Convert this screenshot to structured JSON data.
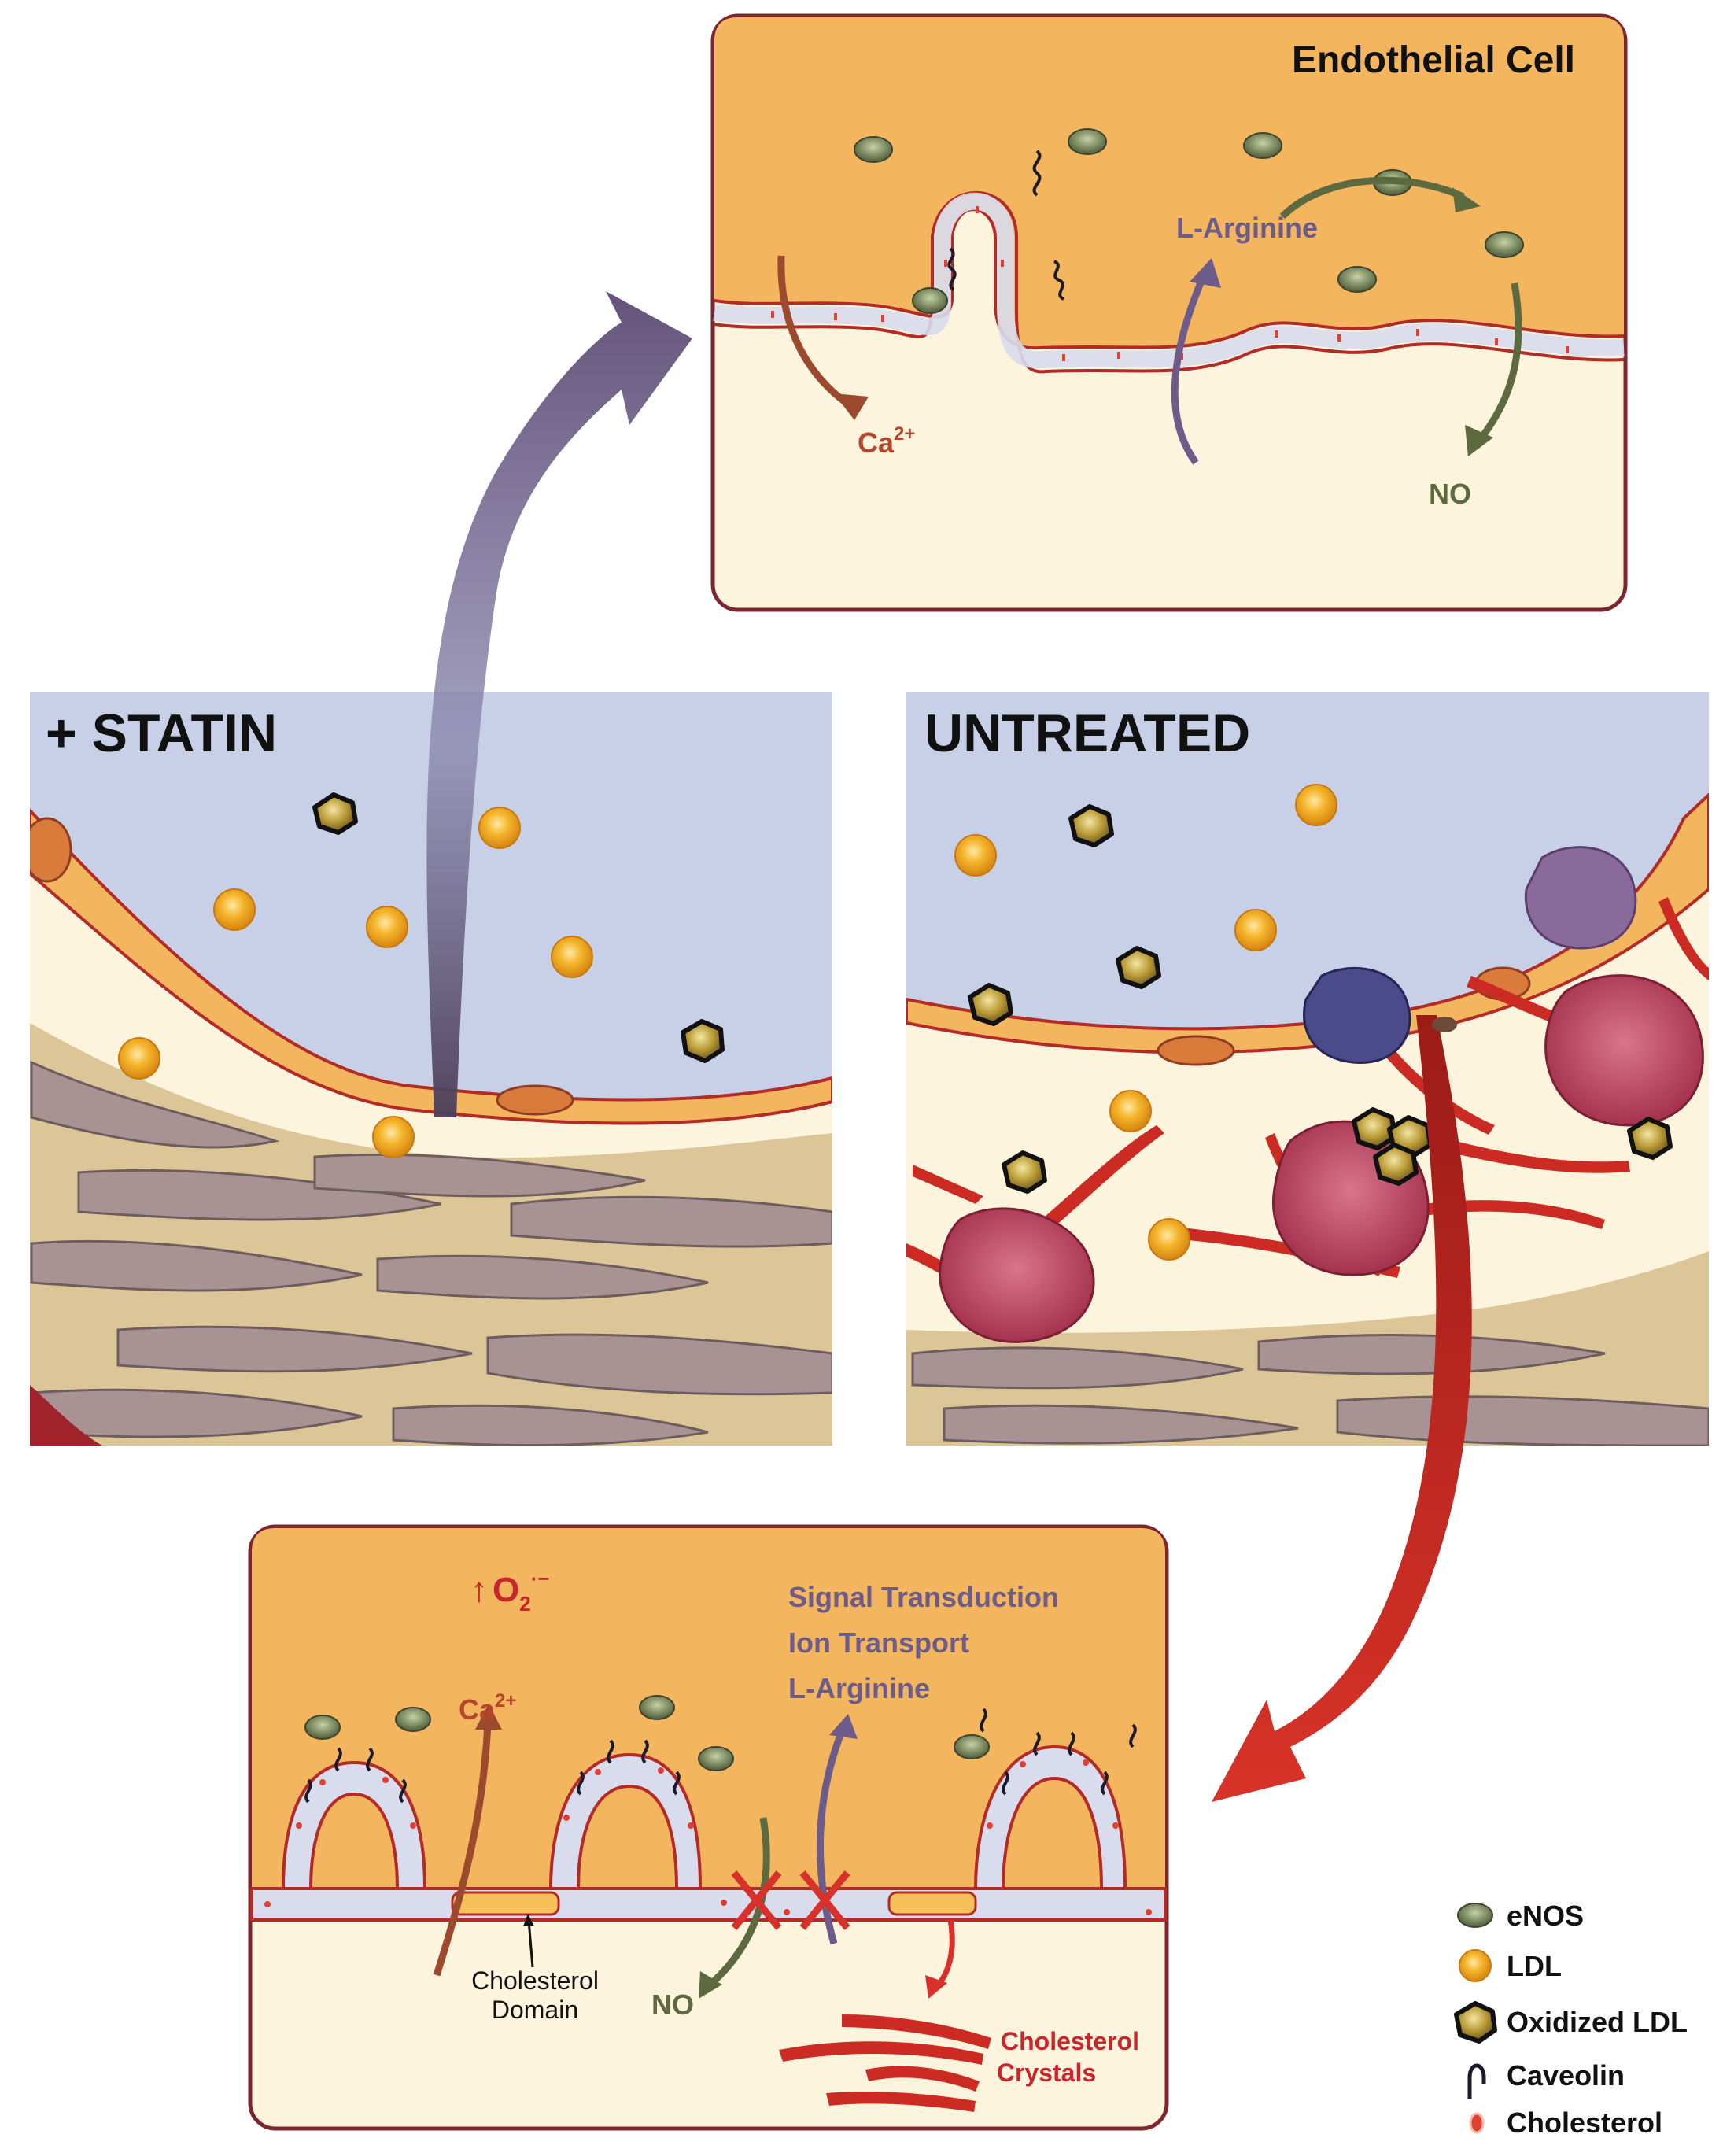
{
  "endothelial_panel": {
    "title": "Endothelial Cell",
    "l_arginine": "L-Arginine",
    "calcium": "Ca",
    "calcium_sup": "2+",
    "no": "NO"
  },
  "statin_panel": {
    "title": "+ STATIN"
  },
  "untreated_panel": {
    "title": "UNTREATED"
  },
  "bottom_panel": {
    "superoxide_arrow": "↑",
    "superoxide": "O",
    "superoxide_sub": "2",
    "superoxide_sup": "·−",
    "calcium": "Ca",
    "calcium_sup": "2+",
    "signal_lines": [
      "Signal Transduction",
      "Ion Transport",
      "L-Arginine"
    ],
    "cholesterol_domain": [
      "Cholesterol",
      "Domain"
    ],
    "no": "NO",
    "crystals": [
      "Cholesterol",
      "Crystals"
    ]
  },
  "legend": [
    {
      "label": "eNOS",
      "icon": "enos-icon"
    },
    {
      "label": "LDL",
      "icon": "ldl-icon"
    },
    {
      "label": "Oxidized LDL",
      "icon": "oxidized-ldl-icon"
    },
    {
      "label": "Caveolin",
      "icon": "caveolin-icon"
    },
    {
      "label": "Cholesterol",
      "icon": "cholesterol-icon"
    }
  ],
  "colors": {
    "cytoplasm": "#f3b65e",
    "lumen": "#c7d0e6",
    "interstitium": "#fcf4dd",
    "membrane_border": "#b42a27",
    "enos": "#6f7d5f",
    "ldl": "#f2a21a",
    "oxidized_ldl": "#c4a73a",
    "smooth_muscle": "#a89293",
    "statin_arrow": "#5d4a73",
    "untreated_arrow": "#cc2b24",
    "text_red": "#c8262a",
    "text_purple": "#6d5c8a",
    "text_green": "#5d6a40"
  }
}
